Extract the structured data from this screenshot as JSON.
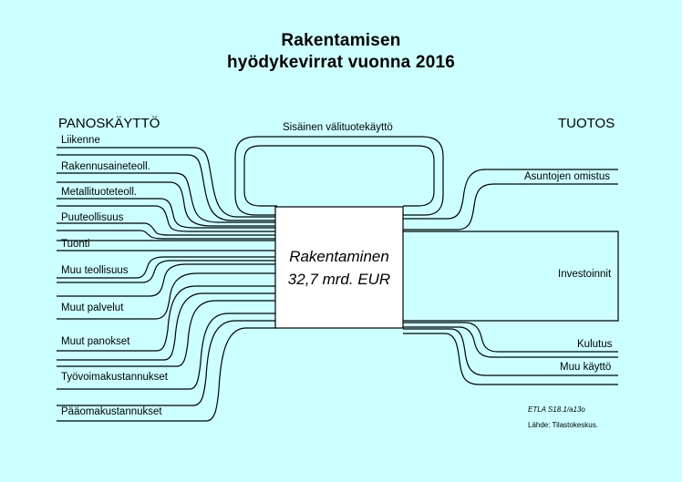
{
  "title": {
    "line1": "Rakentamisen",
    "line2": "hyödykevirrat vuonna 2016"
  },
  "headings": {
    "inputs": "PANOSKÄYTTÖ",
    "outputs": "TUOTOS",
    "internal": "Sisäinen välituotekäyttö"
  },
  "center": {
    "line1": "Rakentaminen",
    "line2": "32,7 mrd. EUR"
  },
  "inputs": [
    "Liikenne",
    "Rakennusaineteoll.",
    "Metallituoteteoll.",
    "Puuteollisuus",
    "Tuonti",
    "Muu teollisuus",
    "Muut palvelut",
    "Muut panokset",
    "Työvoimakustannukset",
    "Pääomakustannukset"
  ],
  "outputs": [
    "Asuntojen omistus",
    "Investoinnit",
    "Kulutus",
    "Muu käyttö"
  ],
  "notes": {
    "code": "ETLA S18.1/a13o",
    "source": "Lähde:   Tilastokeskus."
  },
  "colors": {
    "background": "#ccffff",
    "box": "#ffffff",
    "line": "#000000"
  }
}
